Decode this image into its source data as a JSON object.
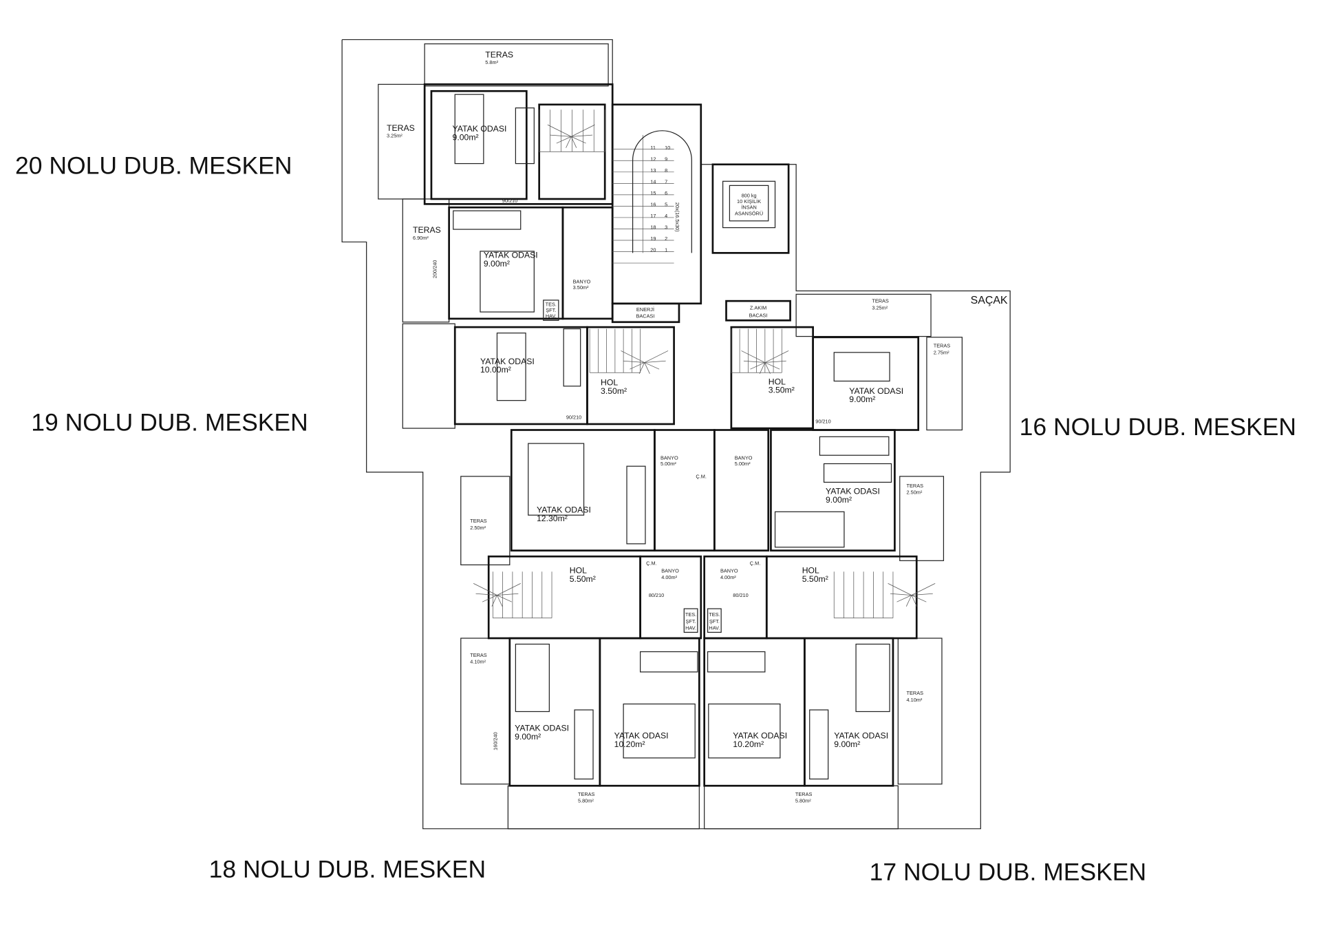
{
  "units": {
    "u20": "20 NOLU DUB. MESKEN",
    "u19": "19 NOLU DUB. MESKEN",
    "u16": "16 NOLU DUB. MESKEN",
    "u18": "18 NOLU DUB. MESKEN",
    "u17": "17 NOLU DUB. MESKEN"
  },
  "sacak": "SAÇAK",
  "rooms": {
    "teras_top": {
      "name": "TERAS",
      "area": "5.8m²"
    },
    "teras_325_l": {
      "name": "TERAS",
      "area": "3.25m²"
    },
    "teras_690": {
      "name": "TERAS",
      "area": "6.90m²"
    },
    "yatak_20a": {
      "name": "YATAK ODASI",
      "area": "9.00m²"
    },
    "yatak_20b": {
      "name": "YATAK ODASI",
      "area": "9.00m²"
    },
    "banyo_20": {
      "name": "BANYO",
      "area": "3.50m²"
    },
    "yatak_19": {
      "name": "YATAK ODASI",
      "area": "10.00m²"
    },
    "hol_19": {
      "name": "HOL",
      "area": "3.50m²"
    },
    "hol_16": {
      "name": "HOL",
      "area": "3.50m²"
    },
    "yatak_16a": {
      "name": "YATAK ODASI",
      "area": "9.00m²"
    },
    "teras_325_r": {
      "name": "TERAS",
      "area": "3.25m²"
    },
    "teras_275": {
      "name": "TERAS",
      "area": "2.75m²"
    },
    "yatak_1230": {
      "name": "YATAK ODASI",
      "area": "12.30m²"
    },
    "banyo_19": {
      "name": "BANYO",
      "area": "5.00m²"
    },
    "banyo_16": {
      "name": "BANYO",
      "area": "5.00m²"
    },
    "yatak_16b": {
      "name": "YATAK ODASI",
      "area": "9.00m²"
    },
    "teras_250_l": {
      "name": "TERAS",
      "area": "2.50m²"
    },
    "teras_250_r": {
      "name": "TERAS",
      "area": "2.50m²"
    },
    "hol_18": {
      "name": "HOL",
      "area": "5.50m²"
    },
    "banyo_18": {
      "name": "BANYO",
      "area": "4.00m²"
    },
    "banyo_17": {
      "name": "BANYO",
      "area": "4.00m²"
    },
    "hol_17": {
      "name": "HOL",
      "area": "5.50m²"
    },
    "teras_410_l": {
      "name": "TERAS",
      "area": "4.10m²"
    },
    "teras_410_r": {
      "name": "TERAS",
      "area": "4.10m²"
    },
    "yatak_18a": {
      "name": "YATAK ODASI",
      "area": "9.00m²"
    },
    "yatak_18b": {
      "name": "YATAK ODASI",
      "area": "10.20m²"
    },
    "yatak_17b": {
      "name": "YATAK ODASI",
      "area": "10.20m²"
    },
    "yatak_17a": {
      "name": "YATAK ODASI",
      "area": "9.00m²"
    },
    "teras_580_l": {
      "name": "TERAS",
      "area": "5.80m²"
    },
    "teras_580_r": {
      "name": "TERAS",
      "area": "5.80m²"
    }
  },
  "ducts": {
    "enerji": [
      "ENERJİ",
      "BACASI"
    ],
    "zakim": [
      "Z.AKIM",
      "BACASI"
    ],
    "tesisat": [
      "TES.",
      "ŞFT.",
      "HAV."
    ]
  },
  "cm_label": "Ç.M.",
  "elevator": [
    "800 kg",
    "10 KİŞİLİK",
    "İNSAN",
    "ASANSÖRÜ"
  ],
  "stair_numbers": {
    "left": [
      "11",
      "12",
      "13",
      "14",
      "15",
      "16",
      "17",
      "18",
      "19",
      "20"
    ],
    "right": [
      "10",
      "9",
      "8",
      "7",
      "6",
      "5",
      "4",
      "3",
      "2",
      "1"
    ],
    "dim": "20x(16.5x30)"
  },
  "door_dims": {
    "d90": "90/210",
    "d80": "80/210"
  },
  "window_dims": {
    "w200": "200/240",
    "w160": "160/240"
  }
}
